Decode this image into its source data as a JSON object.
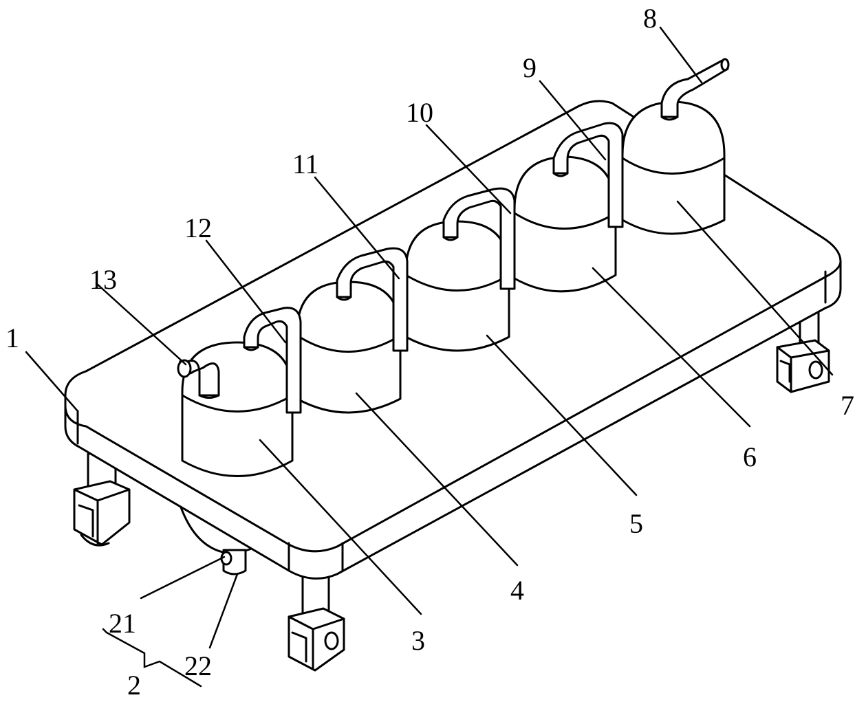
{
  "figure": {
    "labels": [
      {
        "id": "l1",
        "text": "1"
      },
      {
        "id": "l2",
        "text": "2"
      },
      {
        "id": "l3",
        "text": "3"
      },
      {
        "id": "l4",
        "text": "4"
      },
      {
        "id": "l5",
        "text": "5"
      },
      {
        "id": "l6",
        "text": "6"
      },
      {
        "id": "l7",
        "text": "7"
      },
      {
        "id": "l8",
        "text": "8"
      },
      {
        "id": "l9",
        "text": "9"
      },
      {
        "id": "l10",
        "text": "10"
      },
      {
        "id": "l11",
        "text": "11"
      },
      {
        "id": "l12",
        "text": "12"
      },
      {
        "id": "l13",
        "text": "13"
      },
      {
        "id": "l21",
        "text": "21"
      },
      {
        "id": "l22",
        "text": "22"
      }
    ]
  }
}
